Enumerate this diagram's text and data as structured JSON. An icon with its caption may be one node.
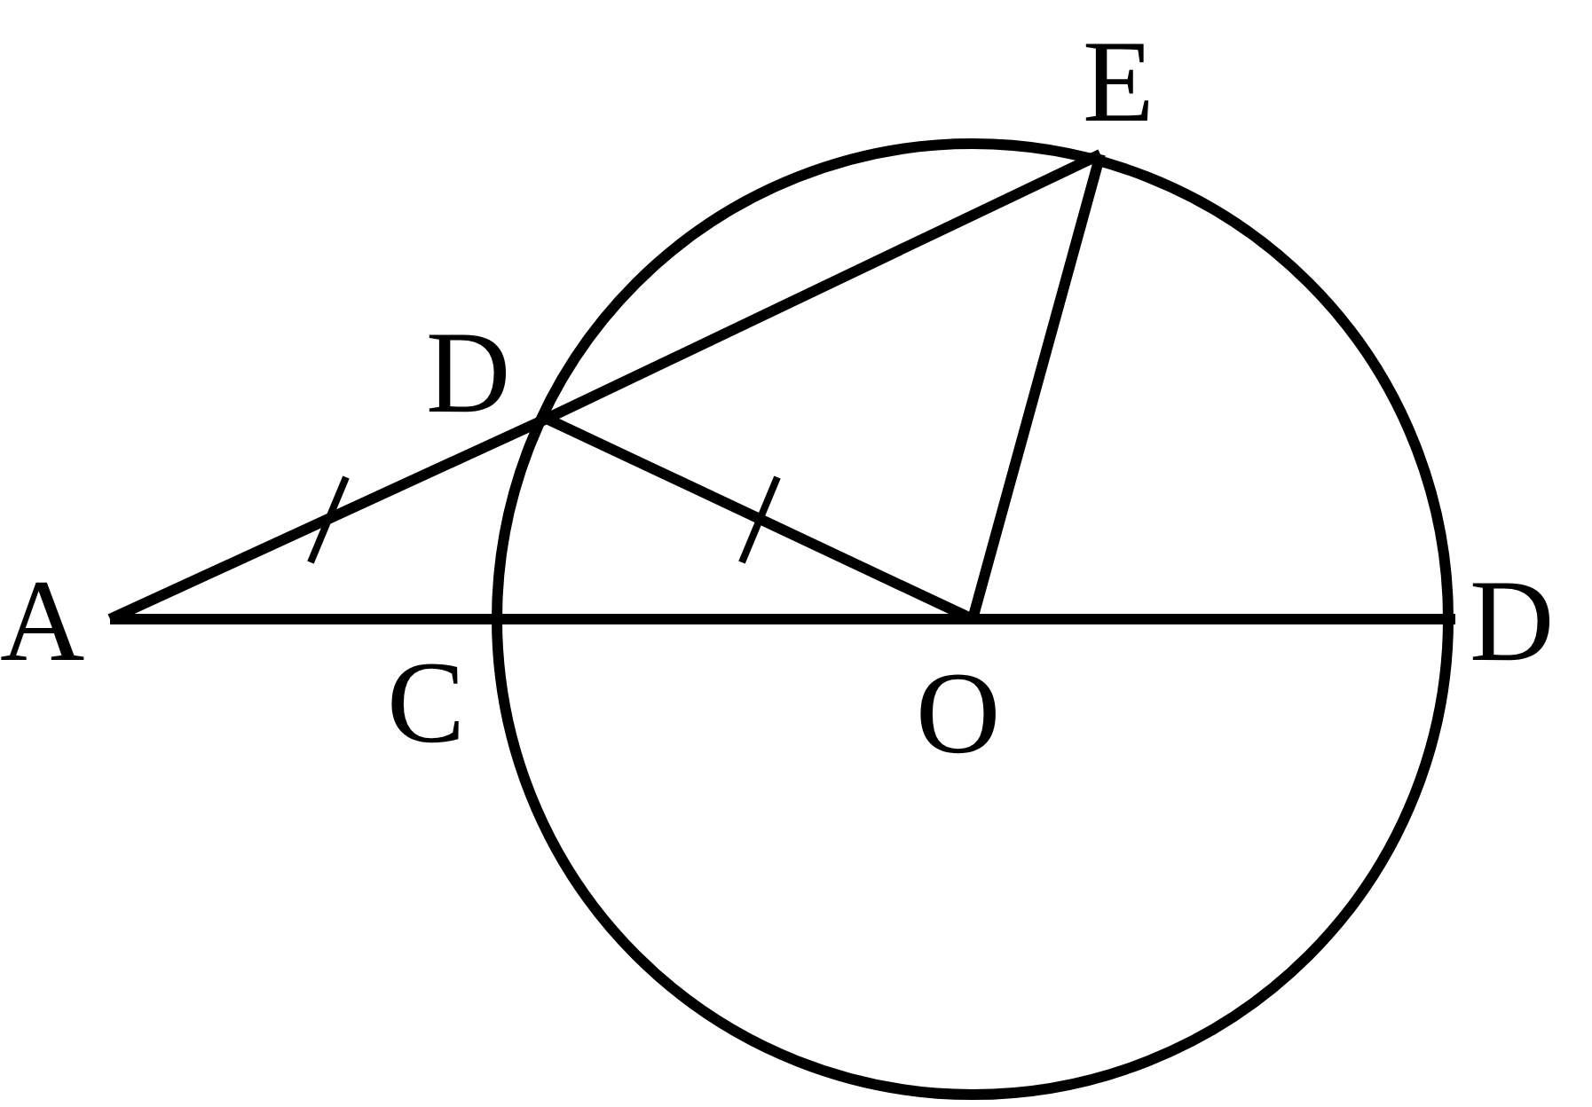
{
  "diagram": {
    "nodes": [
      {
        "text": [
          "E"
        ]
      },
      {
        "text": [
          "D"
        ]
      },
      {
        "text": [
          "A"
        ]
      },
      {
        "text": [
          "C"
        ]
      },
      {
        "text": [
          "O"
        ]
      },
      {
        "text": [
          "D"
        ]
      }
    ],
    "edges": [
      {
        "from": 2,
        "to": 1,
        "arrow": "none"
      },
      {
        "from": 1,
        "to": 0,
        "arrow": "none"
      },
      {
        "from": 2,
        "to": 3,
        "arrow": "none"
      },
      {
        "from": 3,
        "to": 4,
        "arrow": "none"
      },
      {
        "from": 4,
        "to": 5,
        "arrow": "none"
      },
      {
        "from": 1,
        "to": 4,
        "arrow": "none"
      },
      {
        "from": 4,
        "to": 0,
        "arrow": "none"
      }
    ]
  }
}
